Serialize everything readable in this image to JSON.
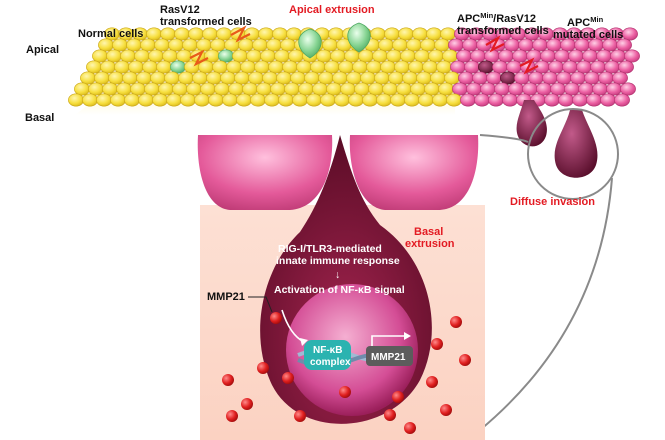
{
  "labels": {
    "apical": "Apical",
    "basal": "Basal",
    "normal_cells": "Normal cells",
    "rasv12_line1": "RasV12",
    "rasv12_line2": "transformed cells",
    "apical_extrusion": "Apical extrusion",
    "apc_rasv12_prefix": "APC",
    "apc_rasv12_sup": "Min",
    "apc_rasv12_suffix": "/RasV12",
    "apc_rasv12_line2": "transformed cells",
    "apc_min_prefix": "APC",
    "apc_min_sup": "Min",
    "apc_min_line2": "mutated cells",
    "diffuse_invasion": "Diffuse invasion",
    "basal_extrusion_line1": "Basal",
    "basal_extrusion_line2": "extrusion",
    "rig_line1": "RIG-I/TLR3-mediated",
    "rig_line2": "innate immune response",
    "arrow_glyph": "↓",
    "nfkb_activation": "Activation of NF-κB signal",
    "mmp21_label": "MMP21",
    "nfkb_box_line1": "NF-κB",
    "nfkb_box_line2": "complex",
    "mmp21_box": "MMP21"
  },
  "colors": {
    "normal_cell": "#f7e04a",
    "ras_cell": "#8fd59a",
    "apc_cell": "#e8609f",
    "dark_cell": "#7a1a3c",
    "mmp21_dot": "#e02020",
    "annotation_red": "#e31b23"
  }
}
